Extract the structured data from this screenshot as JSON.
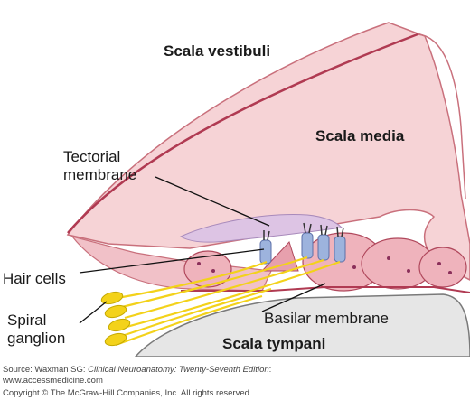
{
  "labels": {
    "scala_vestibuli": "Scala vestibuli",
    "scala_media": "Scala media",
    "tectorial_line1": "Tectorial",
    "tectorial_line2": "membrane",
    "hair_cells": "Hair cells",
    "spiral_line1": "Spiral",
    "spiral_line2": "ganglion",
    "basilar_membrane": "Basilar membrane",
    "scala_tympani": "Scala tympani"
  },
  "footer": {
    "source_prefix": "Source: Waxman SG: ",
    "source_title": "Clinical Neuroanatomy: Twenty-Seventh Edition",
    "source_suffix": ":",
    "url": "www.accessmedicine.com",
    "copyright": "Copyright © The McGraw-Hill Companies, Inc. All rights reserved."
  },
  "colors": {
    "duct_fill": "#f6d3d6",
    "duct_stroke": "#c9707c",
    "reissner": "#b03a52",
    "cell_fill": "#efb3bc",
    "cell_nucleus": "#8a2f5a",
    "tectorial": "#ddc4e4",
    "hair_cell": "#9db3dd",
    "nerve": "#f3d21a",
    "bone": "#e6e6e6"
  }
}
